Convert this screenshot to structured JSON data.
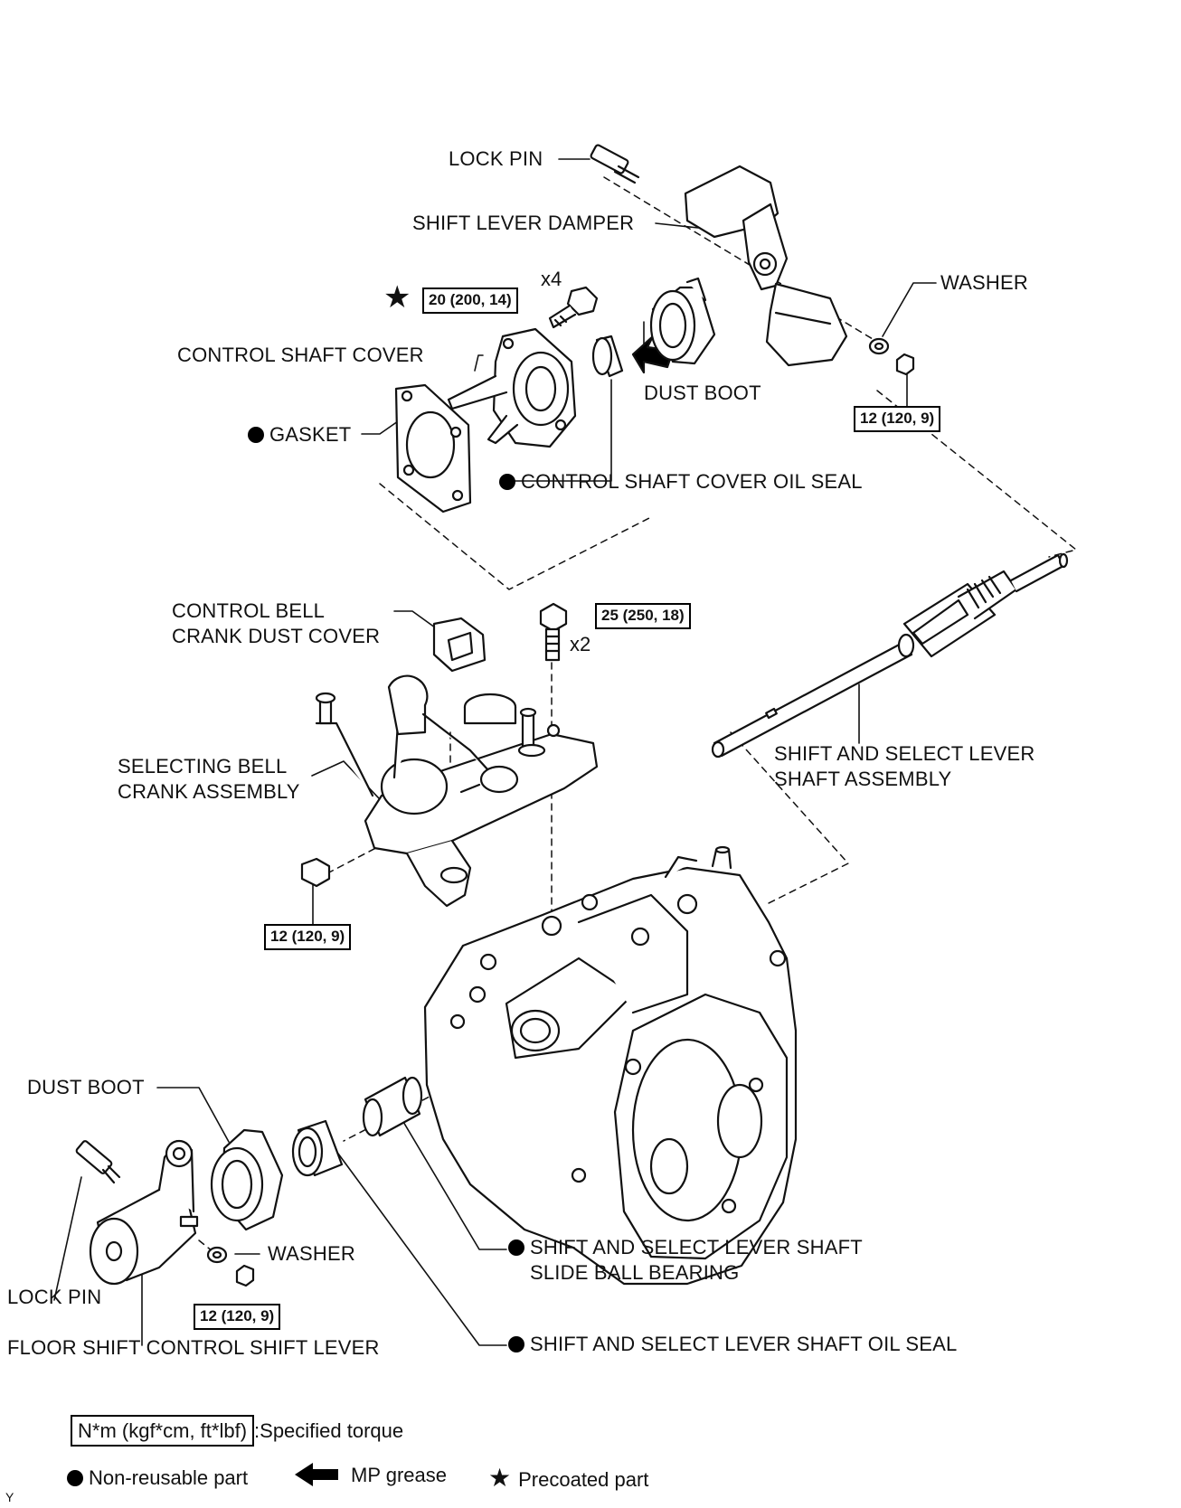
{
  "labels": {
    "lock_pin_top": "LOCK PIN",
    "shift_lever_damper": "SHIFT LEVER DAMPER",
    "washer_top": "WASHER",
    "control_shaft_cover": "CONTROL SHAFT COVER",
    "dust_boot_top": "DUST BOOT",
    "gasket": "GASKET",
    "control_shaft_cover_oil_seal": "CONTROL SHAFT COVER OIL SEAL",
    "control_bell_crank_dust_cover_1": "CONTROL BELL",
    "control_bell_crank_dust_cover_2": "CRANK DUST COVER",
    "selecting_bell_crank_1": "SELECTING BELL",
    "selecting_bell_crank_2": "CRANK ASSEMBLY",
    "shift_select_shaft_1": "SHIFT AND SELECT LEVER",
    "shift_select_shaft_2": "SHAFT ASSEMBLY",
    "dust_boot_bottom": "DUST BOOT",
    "washer_bottom": "WASHER",
    "lock_pin_bottom": "LOCK PIN",
    "floor_shift_lever": "FLOOR SHIFT CONTROL SHIFT LEVER",
    "slide_bearing_1": "SHIFT AND SELECT LEVER SHAFT",
    "slide_bearing_2": "SLIDE BALL BEARING",
    "shaft_oil_seal": "SHIFT AND SELECT LEVER SHAFT OIL SEAL"
  },
  "torques": {
    "cover_bolt": "20 (200, 14)",
    "top_nut": "12 (120, 9)",
    "bell_crank_bolt": "25 (250, 18)",
    "bell_crank_nut": "12 (120, 9)",
    "bottom_nut": "12 (120, 9)"
  },
  "quantities": {
    "cover_bolt": "x4",
    "bell_crank_bolt": "x2"
  },
  "legend": {
    "torque_box": "N*m (kgf*cm, ft*lbf)",
    "torque_text": ":Specified torque",
    "non_reusable": "Non-reusable part",
    "mp_grease": "MP grease",
    "precoated": "Precoated part"
  },
  "corner_tag": "Y"
}
